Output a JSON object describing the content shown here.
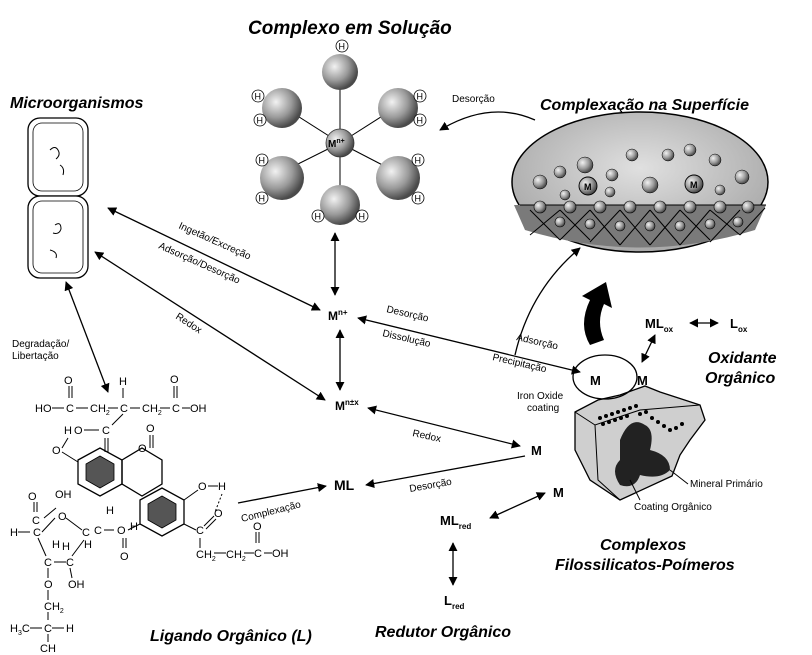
{
  "titles": {
    "complexo_solucao": "Complexo em Solução",
    "microorganismos": "Microorganismos",
    "complexacao_superficie": "Complexação na Superfície",
    "oxidante_organico_1": "Oxidante",
    "oxidante_organico_2": "Orgânico",
    "complexos_1": "Complexos",
    "complexos_2": "Filossilicatos-Poímeros",
    "ligando_organico": "Ligando Orgânico (L)",
    "redutor_organico": "Redutor Orgânico"
  },
  "species": {
    "mn_plus_base": "M",
    "mn_plus_sup": "n+",
    "mnx_base": "M",
    "mnx_sup": "n±x",
    "ml": "ML",
    "m_surface": "M",
    "ml_ox_base": "ML",
    "ml_ox_sub": "ox",
    "l_ox_base": "L",
    "l_ox_sub": "ox",
    "ml_red_base": "ML",
    "ml_red_sub": "red",
    "l_red_base": "L",
    "l_red_sub": "red",
    "center_metal_base": "M",
    "center_metal_sup": "n+",
    "h": "H"
  },
  "process_labels": {
    "desorcao_top": "Desorção",
    "ingetao": "Ingetão/Excreção",
    "adsorcao_desorcao": "Adsorção/Desorção",
    "redox_upper": "Redox",
    "degradacao": "Degradação/",
    "libertacao": "Libertação",
    "desorcao_mid": "Desorção",
    "dissolucao": "Dissolução",
    "adsorcao": "Adsorção",
    "precipitacao": "Precipitação",
    "redox_lower": "Redox",
    "desorcao_lower": "Desorção",
    "complexacao": "Complexação",
    "iron_oxide_1": "Iron Oxide",
    "iron_oxide_2": "coating",
    "mineral_primario": "Mineral Primário",
    "coating_organico": "Coating Orgânico"
  },
  "chem_labels": {
    "o": "O",
    "oh": "OH",
    "h": "H",
    "ho": "HO",
    "c": "C",
    "ch": "CH",
    "ch2": "CH2",
    "h3c": "H3C"
  }
}
